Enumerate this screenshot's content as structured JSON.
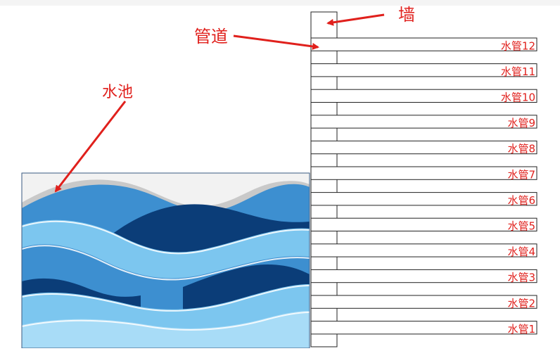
{
  "labels": {
    "wall": "墙",
    "pipeline": "管道",
    "pool": "水池"
  },
  "pipes": [
    "水管12",
    "水管11",
    "水管10",
    "水管9",
    "水管8",
    "水管7",
    "水管6",
    "水管5",
    "水管4",
    "水管3",
    "水管2",
    "水管1"
  ],
  "colors": {
    "annotation": "#e0201c",
    "outline": "#222222",
    "water_light": "#7cc6ef",
    "water_mid": "#3d8fd0",
    "water_dark": "#0b3d78",
    "water_pale": "#a8dcf7"
  }
}
